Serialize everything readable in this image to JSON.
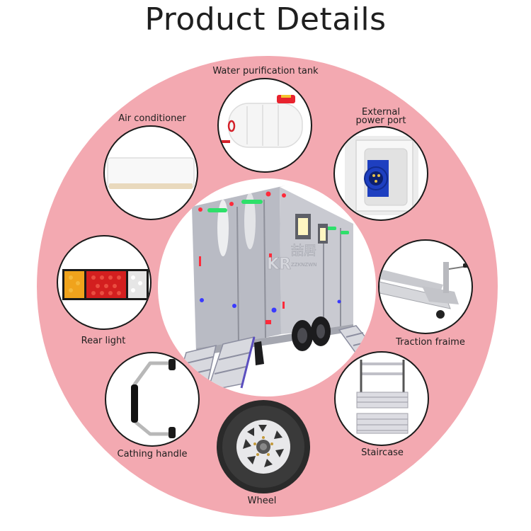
{
  "title": "Product Details",
  "colors": {
    "ring": "#f3a9b1",
    "feature_border": "#1a1a1a",
    "text": "#1e1e1e",
    "led_green": "#2ee06a",
    "led_red": "#ff2a3a",
    "led_blue": "#3a3aff",
    "plug_blue": "#1e3fc0"
  },
  "center_product": {
    "name": "mobile-toilet-trailer",
    "logo_mark": "KR",
    "logo_cn": "喆居",
    "logo_en": "ZZKNZWN"
  },
  "features": [
    {
      "id": "water-tank",
      "label": "Water purification tank"
    },
    {
      "id": "power-port",
      "label_line1": "External",
      "label_line2": "power port"
    },
    {
      "id": "air-conditioner",
      "label": "Air conditioner"
    },
    {
      "id": "rear-light",
      "label": "Rear light"
    },
    {
      "id": "traction-frame",
      "label": "Traction fraime"
    },
    {
      "id": "catching-handle",
      "label": "Cathing handle"
    },
    {
      "id": "staircase",
      "label": "Staircase"
    },
    {
      "id": "wheel",
      "label": "Wheel"
    }
  ]
}
